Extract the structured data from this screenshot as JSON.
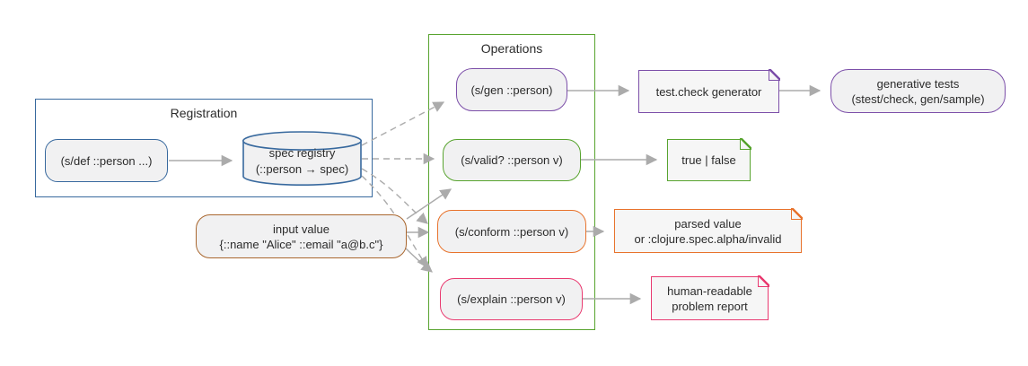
{
  "diagram_title": "Clojure spec registration and operations",
  "colors": {
    "blue": "#38699e",
    "green": "#58a42f",
    "purple": "#7c4fa9",
    "orange": "#e8732c",
    "pink": "#e93a70",
    "brown": "#a9672f",
    "arrow": "#ababab",
    "node_fill": "#f1f1f2",
    "note_fill": "#f6f6f6",
    "text": "#2b2b2b"
  },
  "clusters": {
    "registration": {
      "label": "Registration"
    },
    "operations": {
      "label": "Operations"
    }
  },
  "nodes": {
    "sdef": {
      "label": "(s/def ::person ...)"
    },
    "registry": {
      "line1": "spec registry",
      "line2": "(::person → spec)"
    },
    "input": {
      "line1": "input value",
      "line2": "{::name \"Alice\" ::email \"a@b.c\"}"
    },
    "gen": {
      "label": "(s/gen ::person)"
    },
    "valid": {
      "label": "(s/valid? ::person v)"
    },
    "conform": {
      "label": "(s/conform ::person v)"
    },
    "explain": {
      "label": "(s/explain ::person v)"
    },
    "testcheck": {
      "label": "test.check generator"
    },
    "gentests": {
      "line1": "generative tests",
      "line2": "(stest/check, gen/sample)"
    },
    "truefalse": {
      "label": "true | false"
    },
    "parsed": {
      "line1": "parsed value",
      "line2": "or :clojure.spec.alpha/invalid"
    },
    "report": {
      "line1": "human-readable",
      "line2": "problem report"
    }
  },
  "edges": [
    {
      "from": "sdef",
      "to": "registry",
      "style": "solid"
    },
    {
      "from": "registry",
      "to": "gen",
      "style": "dashed"
    },
    {
      "from": "registry",
      "to": "valid",
      "style": "dashed"
    },
    {
      "from": "registry",
      "to": "conform",
      "style": "dashed"
    },
    {
      "from": "registry",
      "to": "explain",
      "style": "dashed"
    },
    {
      "from": "input",
      "to": "valid",
      "style": "solid"
    },
    {
      "from": "input",
      "to": "conform",
      "style": "solid"
    },
    {
      "from": "input",
      "to": "explain",
      "style": "solid"
    },
    {
      "from": "gen",
      "to": "testcheck",
      "style": "solid"
    },
    {
      "from": "testcheck",
      "to": "gentests",
      "style": "solid"
    },
    {
      "from": "valid",
      "to": "truefalse",
      "style": "solid"
    },
    {
      "from": "conform",
      "to": "parsed",
      "style": "solid"
    },
    {
      "from": "explain",
      "to": "report",
      "style": "solid"
    }
  ]
}
